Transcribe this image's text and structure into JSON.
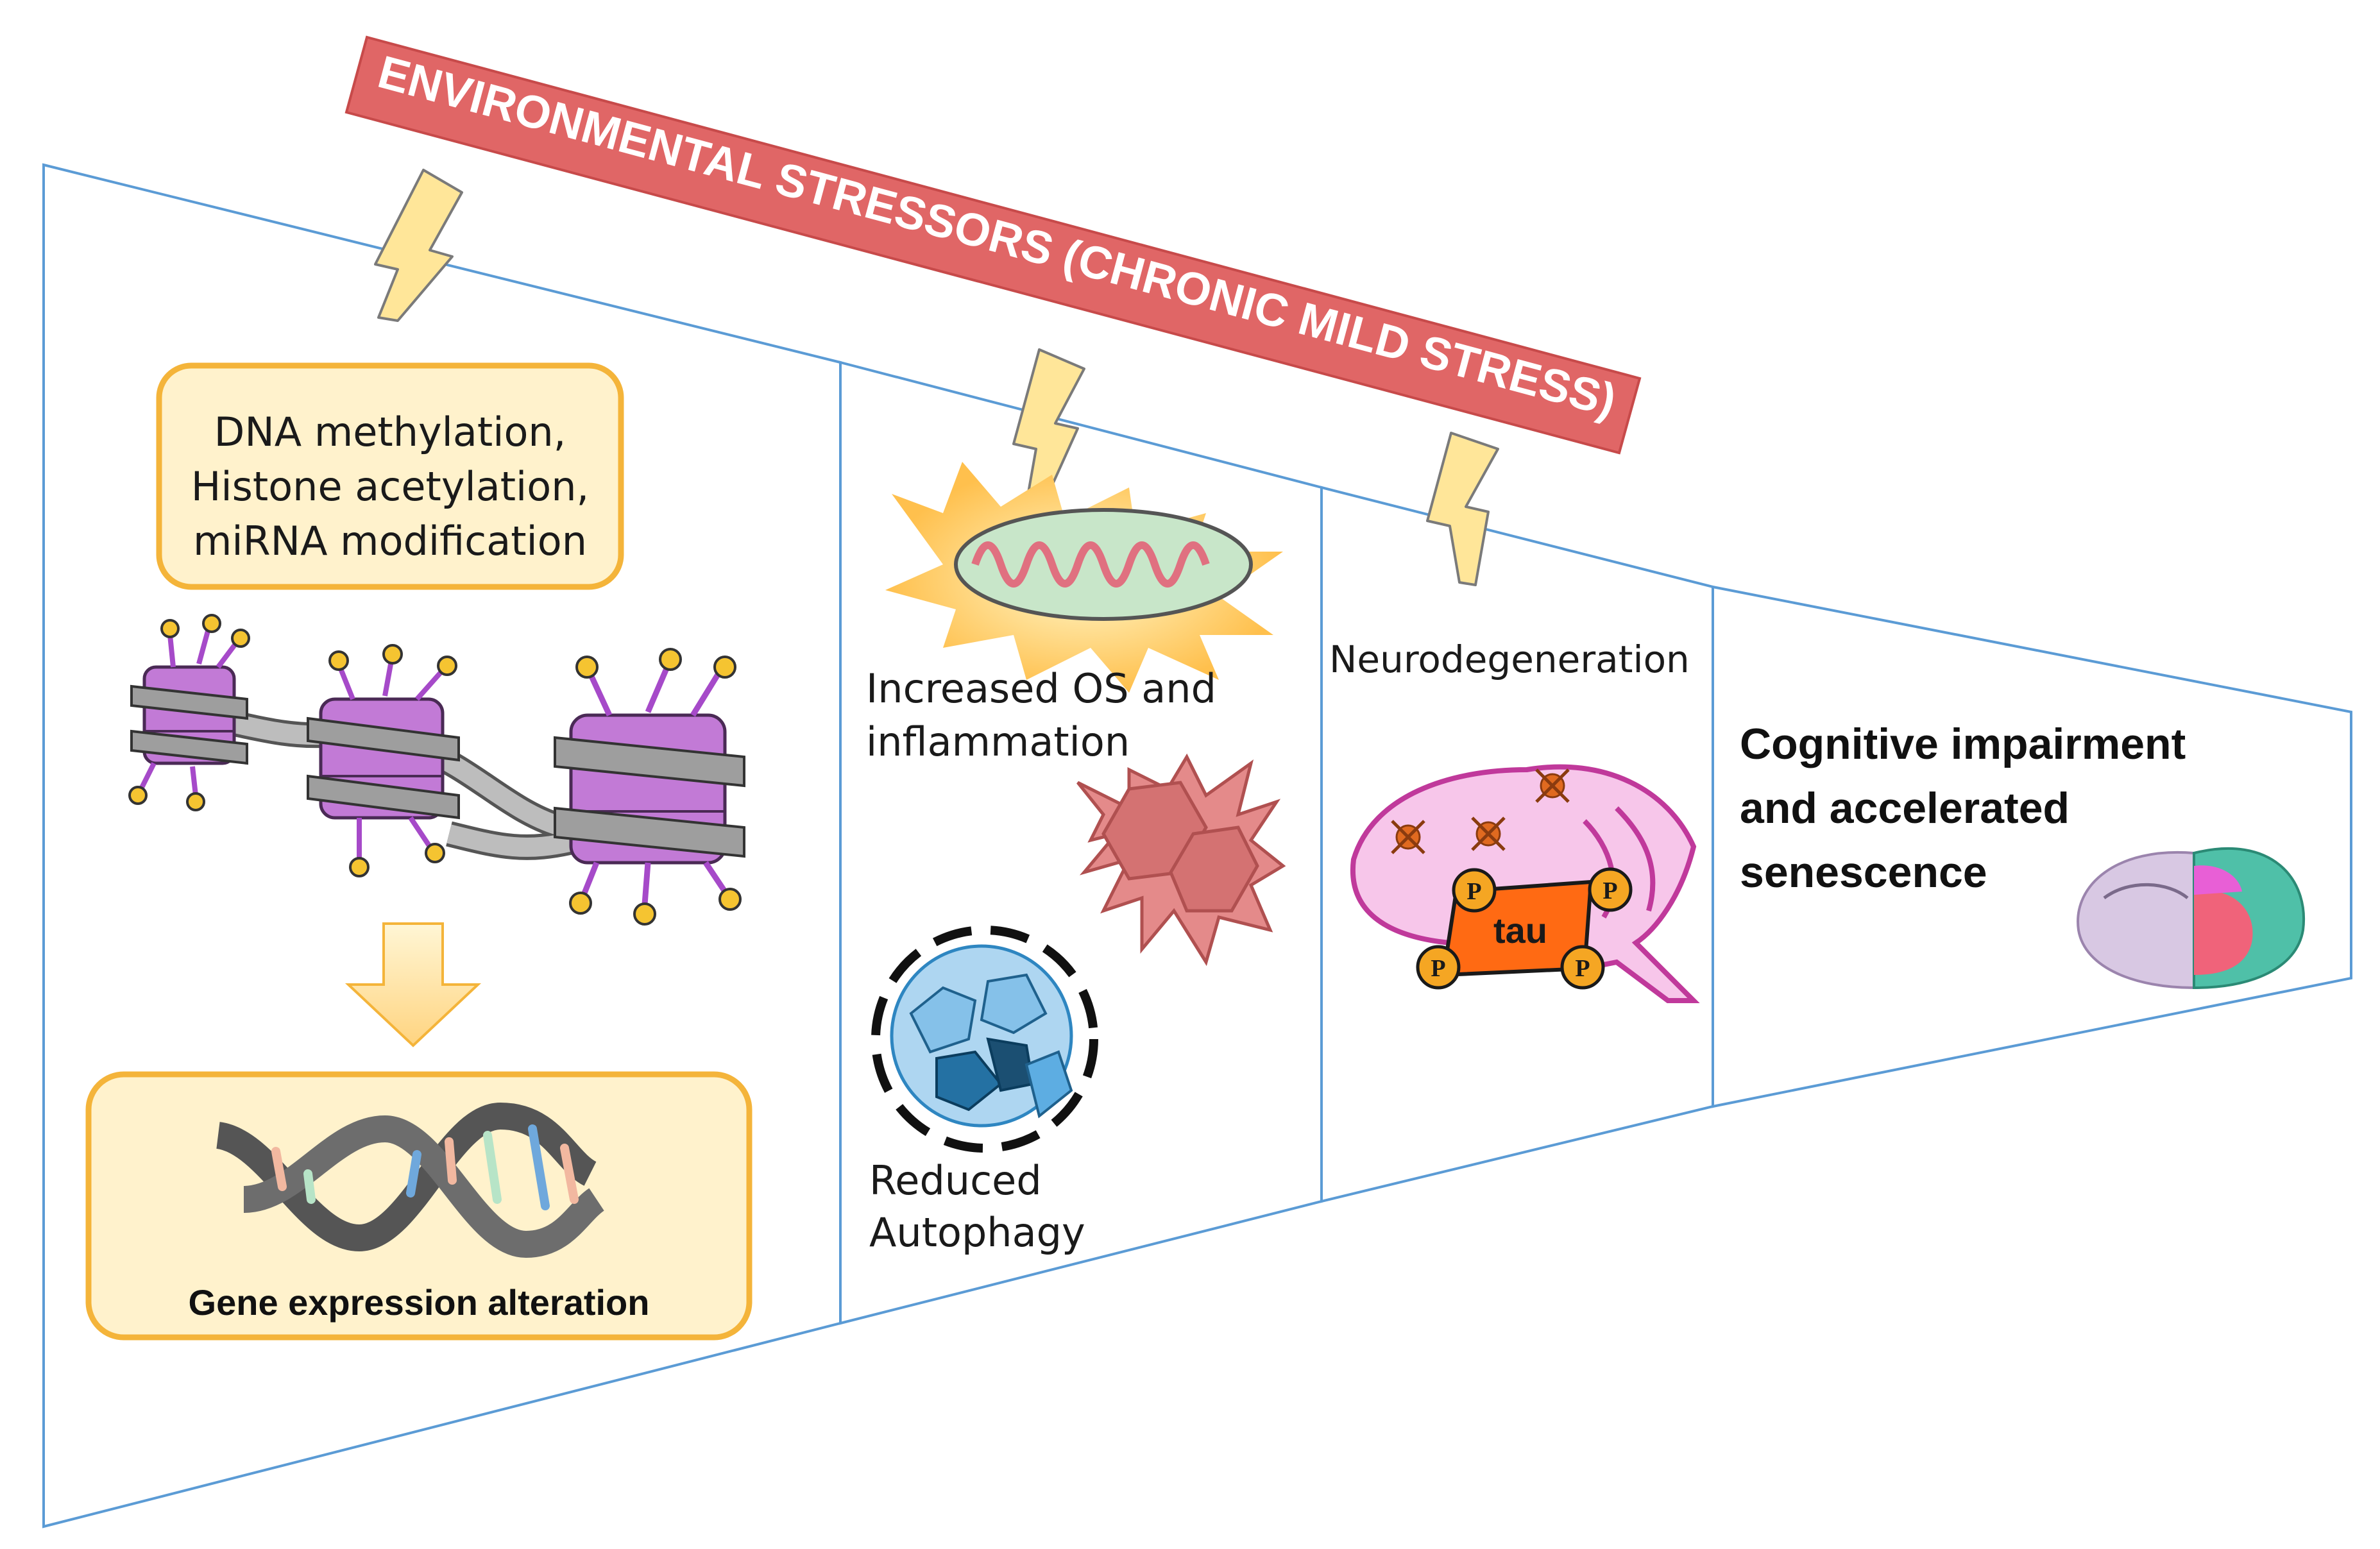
{
  "banner": {
    "text": "ENVIRONMENTAL STRESSORS (CHRONIC MILD STRESS)",
    "color": "#e06666"
  },
  "panel1": {
    "epigenetic_lines": [
      "DNA methylation,",
      "Histone acetylation,",
      "miRNA modification"
    ],
    "gene_label": "Gene expression alteration"
  },
  "panel2": {
    "os_lines": [
      "Increased OS and",
      "inflammation"
    ],
    "autophagy_lines": [
      "Reduced",
      "Autophagy"
    ]
  },
  "panel3": {
    "title": "Neurodegeneration",
    "tau_label": "tau",
    "phospho_label": "P"
  },
  "panel4": {
    "outcome_lines": [
      "Cognitive impairment",
      "and accelerated",
      "senescence"
    ]
  },
  "colors": {
    "panel_border": "#5b9bd5",
    "box_fill": "#fff2cc",
    "box_border": "#f4b43a",
    "lightning": "#ffe699",
    "nucleosome": "#c27ad6",
    "tau_fill": "#ff6a13"
  }
}
